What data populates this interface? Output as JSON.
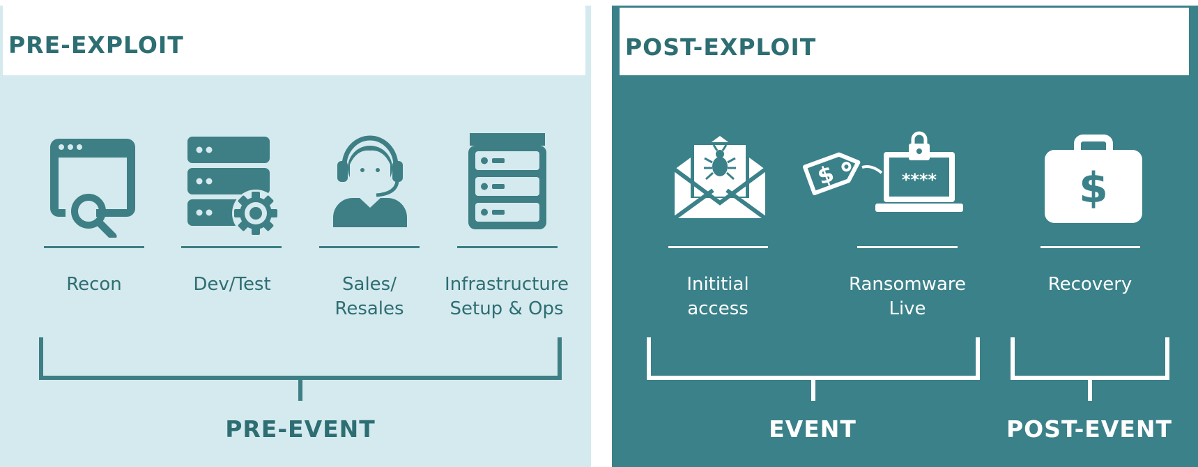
{
  "pre_exploit": {
    "title": "PRE-EXPLOIT",
    "stages": [
      {
        "label": "Recon",
        "icon": "browser-search-icon"
      },
      {
        "label": "Dev/Test",
        "icon": "server-gear-icon"
      },
      {
        "label": "Sales/\nResales",
        "icon": "headset-agent-icon"
      },
      {
        "label": "Infrastructure\nSetup & Ops",
        "icon": "server-stack-icon"
      }
    ],
    "group_label": "PRE-EVENT"
  },
  "post_exploit": {
    "title": "POST-EXPLOIT",
    "stages": [
      {
        "label": "Inititial\naccess",
        "icon": "malicious-email-icon"
      },
      {
        "label": "Ransomware\nLive",
        "icon": "locked-laptop-ransom-icon"
      },
      {
        "label": "Recovery",
        "icon": "money-bag-icon"
      }
    ],
    "group_labels": [
      "EVENT",
      "POST-EVENT"
    ],
    "password_mask": "****"
  },
  "colors": {
    "pre_bg": "#d5eaee",
    "post_bg": "#3a8189",
    "dark_teal": "#2d6e73",
    "white": "#ffffff"
  }
}
